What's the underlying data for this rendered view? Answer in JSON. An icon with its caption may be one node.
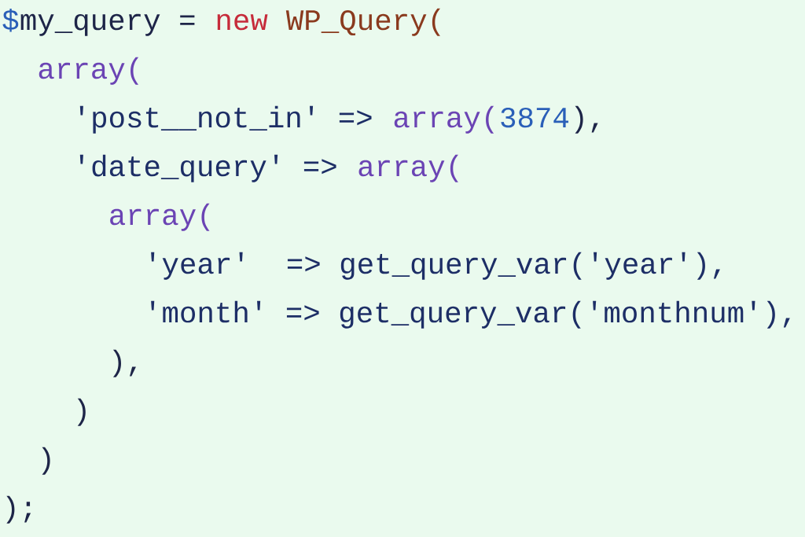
{
  "diagram": {
    "labels": [
      "$",
      "my_query =",
      "new",
      "WP_Query(",
      "array(",
      "'post__not_in' =>",
      "array(",
      "3874",
      "),",
      "'date_query' =>",
      "array(",
      "array(",
      "'year'",
      "=> get_query_var('year'),",
      "'month' => get_query_var('monthnum'),",
      "),",
      ")",
      ")",
      ");"
    ]
  }
}
